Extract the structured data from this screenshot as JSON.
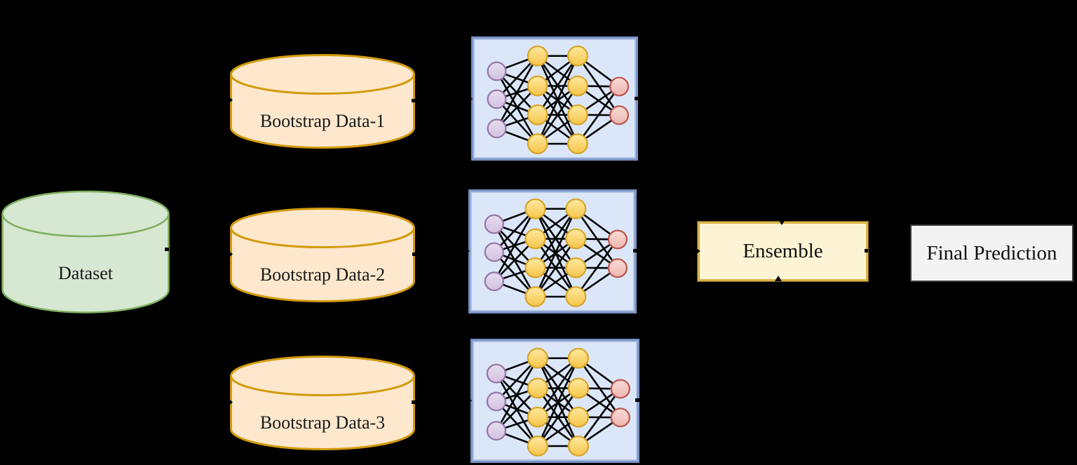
{
  "canvas": {
    "background": "#000000"
  },
  "dataset": {
    "label": "Dataset",
    "fill": "#d6e7d2",
    "stroke": "#7fae61",
    "text_color": "#1a1a1a"
  },
  "bootstrap_datasets": [
    {
      "label": "Bootstrap Data-1"
    },
    {
      "label": "Bootstrap Data-2"
    },
    {
      "label": "Bootstrap Data-3"
    }
  ],
  "bootstrap_style": {
    "fill": "#fde8ce",
    "stroke": "#d29b0c",
    "text_color": "#1a1a1a"
  },
  "neural_networks": {
    "count": 3,
    "layers": [
      3,
      4,
      4,
      2
    ],
    "layer_node_styles": [
      {
        "name": "input-nodes",
        "fill_top": "#e6ddf0",
        "fill_bottom": "#d3c2df",
        "stroke": "#9878a8"
      },
      {
        "name": "hidden1-nodes",
        "fill_top": "#ffe9a0",
        "fill_bottom": "#f5c54a",
        "stroke": "#d8a62a"
      },
      {
        "name": "hidden2-nodes",
        "fill_top": "#ffe9a0",
        "fill_bottom": "#f5c54a",
        "stroke": "#d8a62a"
      },
      {
        "name": "output-nodes",
        "fill_top": "#f9dbd6",
        "fill_bottom": "#efb6b1",
        "stroke": "#bd5a50"
      }
    ],
    "box_fill": "#dbe7f9",
    "box_border": "#7b93c4",
    "connection_color": "#000000"
  },
  "ensemble": {
    "label": "Ensemble",
    "fill": "#fdf4d5",
    "border": "#d9b44a",
    "text_color": "#111111"
  },
  "final_prediction": {
    "label": "Final Prediction",
    "fill": "#f3f3f3",
    "border": "#3c3c3c",
    "text_color": "#111111"
  }
}
